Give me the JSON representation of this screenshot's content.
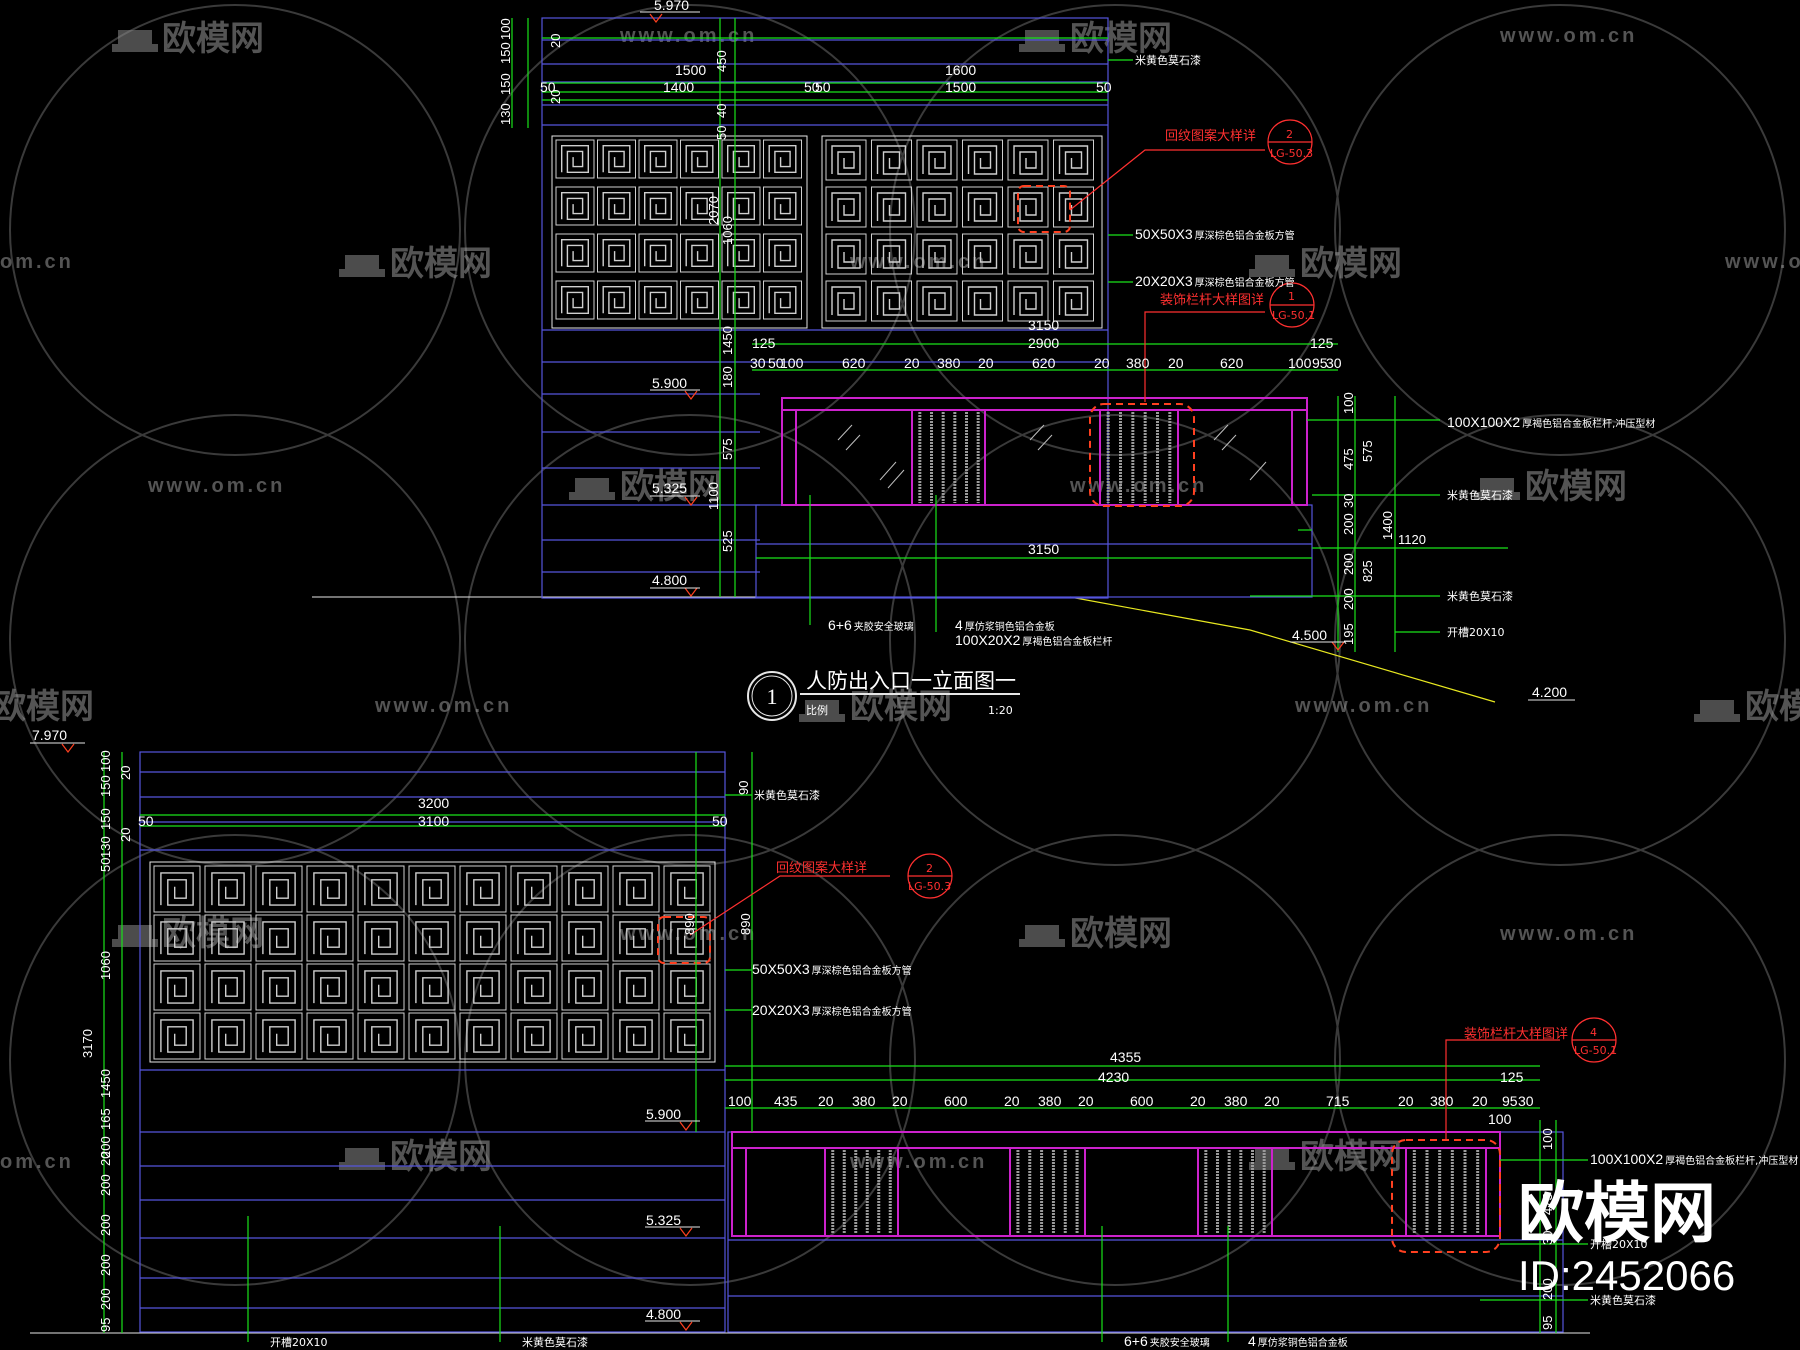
{
  "title": {
    "main": "人防出入口一立面图一",
    "scale_label": "比例",
    "scale_value": "1:20",
    "index": "1"
  },
  "levels": {
    "e5970": "5.970",
    "e5900": "5.900",
    "e5325": "5.325",
    "e4800": "4.800",
    "e4500": "4.500",
    "e4200": "4.200",
    "e7970": "7.970"
  },
  "top_dims": {
    "d20a": "20",
    "d20b": "20",
    "d150": "150",
    "d100": "100",
    "d130": "130",
    "d450": "450",
    "d50a": "50",
    "d40": "40",
    "d2070": "2070",
    "d1060": "1060",
    "d1450": "1450",
    "d180": "180",
    "d575": "575",
    "d1100": "1100",
    "d525": "525",
    "w1500": "1500",
    "w1600": "1600",
    "w1400": "1400",
    "w1500b": "1500",
    "w50a": "50",
    "w50b": "50",
    "w50c": "50",
    "w50d": "50",
    "r125a": "125",
    "r2900": "2900",
    "r125b": "125",
    "s30": "30",
    "s50": "50",
    "s100": "100",
    "s620a": "620",
    "s20a": "20",
    "s380a": "380",
    "s20b": "20",
    "s620b": "620",
    "s20c": "20",
    "s380b": "380",
    "s20d": "20",
    "s620c": "620",
    "s100b": "100",
    "s95": "95",
    "s30b": "30",
    "s3150": "3150",
    "b3150": "3150",
    "rt100": "100",
    "rt475": "475",
    "rt575": "575",
    "rt200": "200",
    "rt30": "30",
    "rt1400": "1400",
    "rt1120": "1120",
    "rt200b": "200",
    "rt825": "825",
    "rt200c": "200",
    "rt195": "195"
  },
  "top_notes": {
    "stone1": "米黄色莫石漆",
    "pattern_detail": "回纹图案大样详",
    "pattern_ref_no": "2",
    "pattern_ref_sheet": "LG-50.3",
    "tube50": "50X50X3",
    "tube50_txt": "厚深棕色铝合金板方管",
    "tube20": "20X20X3",
    "tube20_txt": "厚深棕色铝合金板方管",
    "rail_detail": "装饰栏杆大样图详",
    "rail_ref_no": "1",
    "rail_ref_sheet": "LG-50.1",
    "post100": "100X100X2",
    "post100_txt": "厚褐色铝合金板栏杆,冲压型材",
    "stone2": "米黄色莫石漆",
    "stone3": "米黄色莫石漆",
    "groove": "开槽20X10",
    "glass": "6+6",
    "glass_txt": "夹胶安全玻璃",
    "plate4": "4",
    "plate4_txt": "厚仿浆铜色铝合金板",
    "rail100": "100X20X2",
    "rail100_txt": "厚褐色铝合金板栏杆"
  },
  "bottom_dims": {
    "d100": "100",
    "d150": "150",
    "d20a": "20",
    "d50": "50",
    "d130": "130",
    "d20b": "20",
    "d1060": "1060",
    "d3170": "3170",
    "d1450": "1450",
    "d165": "165",
    "d200a": "200",
    "d20c": "20",
    "d200b": "200",
    "d200c": "200",
    "d200d": "200",
    "d200e": "200",
    "d95": "95",
    "w3200": "3200",
    "w3100": "3100",
    "w50a": "50",
    "w50b": "50",
    "h90": "90",
    "h890": "890",
    "h890b": "890",
    "r4355": "4355",
    "r4230": "4230",
    "r125": "125",
    "s100": "100",
    "s435": "435",
    "s20a": "20",
    "s380a": "380",
    "s20b": "20",
    "s600a": "600",
    "s20c": "20",
    "s380b": "380",
    "s20d": "20",
    "s600b": "600",
    "s20e": "20",
    "s380c": "380",
    "s20f": "20",
    "s715": "715",
    "s20g": "20",
    "s380d": "380",
    "s20h": "20",
    "s95": "95",
    "s30": "30",
    "s100b": "100",
    "rt100": "100",
    "rt475": "475",
    "rt30": "30",
    "rt200": "200",
    "rt95": "95"
  },
  "bottom_notes": {
    "stone1": "米黄色莫石漆",
    "pattern_detail": "回纹图案大样详",
    "pattern_ref_no": "2",
    "pattern_ref_sheet": "LG-50.3",
    "tube50": "50X50X3",
    "tube50_txt": "厚深棕色铝合金板方管",
    "tube20": "20X20X3",
    "tube20_txt": "厚深棕色铝合金板方管",
    "rail_detail": "装饰栏杆大样图详",
    "rail_ref_no": "4",
    "rail_ref_sheet": "LG-50.1",
    "post100": "100X100X2",
    "post100_txt": "厚褐色铝合金板栏杆,冲压型材",
    "groove": "开槽20X10",
    "groove2": "开槽20X10",
    "stone2": "米黄色莫石漆",
    "stone3": "米黄色莫石漆",
    "glass": "6+6",
    "glass_txt": "夹胶安全玻璃",
    "plate4": "4",
    "plate4_txt": "厚仿浆铜色铝合金板"
  },
  "watermark": {
    "brand": "欧模网",
    "url": "www.om.cn",
    "url_short": "om.cn",
    "logo_big": "欧模网",
    "id": "ID:2452066"
  }
}
